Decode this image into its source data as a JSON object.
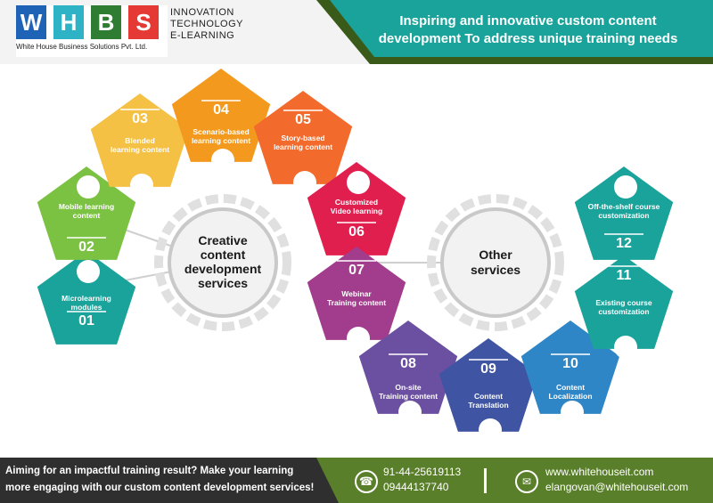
{
  "header": {
    "logo_letters": [
      "W",
      "H",
      "B",
      "S"
    ],
    "logo_colors": [
      "#1e63b6",
      "#2eb3c6",
      "#2e7d32",
      "#e53935"
    ],
    "company_name": "White House Business Solutions Pvt. Ltd.",
    "tagline": [
      "INNOVATION",
      "TECHNOLOGY",
      "E-LEARNING"
    ],
    "title_line1": "Inspiring and innovative custom content",
    "title_line2": "development To address unique training needs",
    "accent_color": "#1aa39a",
    "olive_color": "#3a5a1a"
  },
  "hubs": {
    "left": {
      "lines": [
        "Creative",
        "content",
        "development",
        "services"
      ]
    },
    "right": {
      "lines": [
        "Other",
        "services"
      ]
    }
  },
  "services": [
    {
      "num": "01",
      "label": [
        "Microlearning",
        "modules"
      ],
      "color": "#1aa39a",
      "icon": "search-icon"
    },
    {
      "num": "02",
      "label": [
        "Mobile learning",
        "content"
      ],
      "color": "#7cc242",
      "icon": "mobile-icon"
    },
    {
      "num": "03",
      "label": [
        "Blended",
        "learning content"
      ],
      "color": "#f5c144",
      "icon": "bulb-icon"
    },
    {
      "num": "04",
      "label": [
        "Scenario-based",
        "learning content"
      ],
      "color": "#f39a1e",
      "icon": "laptop-icon"
    },
    {
      "num": "05",
      "label": [
        "Story-based",
        "learning content"
      ],
      "color": "#f26a2c",
      "icon": "book-icon"
    },
    {
      "num": "06",
      "label": [
        "Customized",
        "Video learning"
      ],
      "color": "#e01f4f",
      "icon": "video-icon"
    },
    {
      "num": "07",
      "label": [
        "Webinar",
        "Training content"
      ],
      "color": "#a23c8d",
      "icon": "monitor-icon"
    },
    {
      "num": "08",
      "label": [
        "On-site",
        "Training content"
      ],
      "color": "#6b4fa0",
      "icon": "target-icon"
    },
    {
      "num": "09",
      "label": [
        "Content",
        "Translation"
      ],
      "color": "#3f54a2",
      "icon": "translate-icon"
    },
    {
      "num": "10",
      "label": [
        "Content",
        "Localization"
      ],
      "color": "#2e86c7",
      "icon": "globe-icon"
    },
    {
      "num": "11",
      "label": [
        "Existing course",
        "customization"
      ],
      "color": "#1aa39a",
      "icon": "settings-icon"
    },
    {
      "num": "12",
      "label": [
        "Off-the-shelf course",
        "customization"
      ],
      "color": "#1aa39a",
      "icon": "books-icon"
    }
  ],
  "footer": {
    "text_line1": "Aiming for an impactful training result? Make your learning",
    "text_line2": "more engaging with our custom content development services!",
    "phone1": "91-44-25619113",
    "phone2": "09444137740",
    "website": "www.whitehouseit.com",
    "email": "elangovan@whitehouseit.com",
    "dark_color": "#2f2f2f",
    "green_color": "#5a7f2a"
  }
}
